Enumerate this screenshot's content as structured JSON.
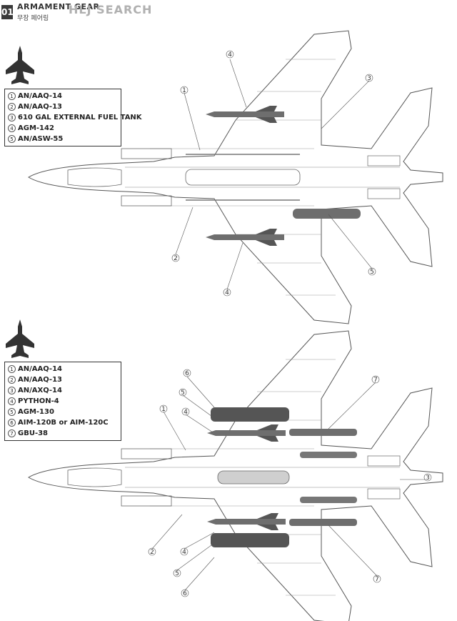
{
  "header": {
    "badge": "01",
    "title": "ARMAMENT GEAR",
    "subtitle": "무장 페어링",
    "watermark": "HLJ SEARCH"
  },
  "panel_1": {
    "legend": [
      {
        "num": "1",
        "label": "AN/AAQ-14"
      },
      {
        "num": "2",
        "label": "AN/AAQ-13"
      },
      {
        "num": "3",
        "label": "610 GAL EXTERNAL FUEL TANK"
      },
      {
        "num": "4",
        "label": "AGM-142"
      },
      {
        "num": "5",
        "label": "AN/ASW-55"
      }
    ],
    "callouts": [
      "4",
      "3",
      "1",
      "2",
      "4",
      "5"
    ]
  },
  "panel_2": {
    "legend": [
      {
        "num": "1",
        "label": "AN/AAQ-14"
      },
      {
        "num": "2",
        "label": "AN/AAQ-13"
      },
      {
        "num": "3",
        "label": "AN/AXQ-14"
      },
      {
        "num": "4",
        "label": "PYTHON-4"
      },
      {
        "num": "5",
        "label": "AGM-130"
      },
      {
        "num": "6",
        "label": "AIM-120B or AIM-120C"
      },
      {
        "num": "7",
        "label": "GBU-38"
      }
    ],
    "callouts": [
      "6",
      "5",
      "4",
      "1",
      "7",
      "3",
      "2",
      "4",
      "5",
      "6",
      "7"
    ]
  },
  "colors": {
    "line": "#555555",
    "store": "#6e6e6e",
    "store_dark": "#4a4a4a"
  },
  "icons": [
    "aircraft-silhouette-icon"
  ]
}
